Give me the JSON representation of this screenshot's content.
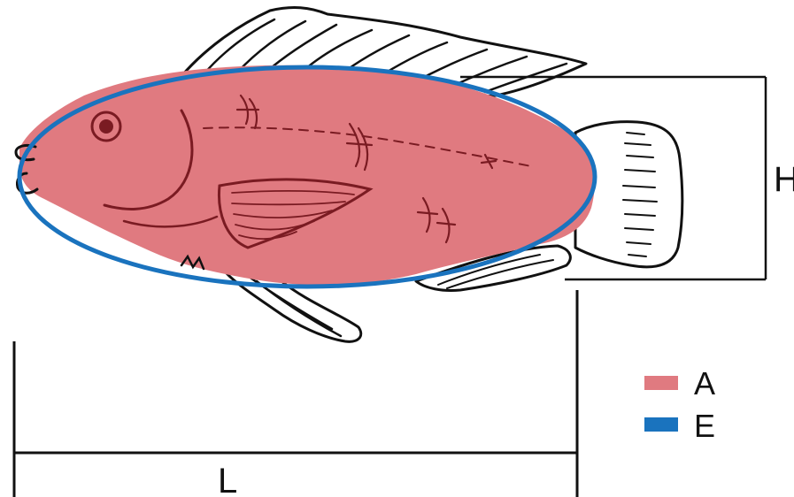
{
  "figure": {
    "labels": {
      "height": "H",
      "length": "L"
    },
    "legend": [
      {
        "key": "A",
        "color": "#e07a80"
      },
      {
        "key": "E",
        "color": "#1a73be"
      }
    ],
    "colors": {
      "outline": "#111111",
      "area_fill": "#e07a80",
      "ellipse_stroke": "#1a73be",
      "background": "#ffffff"
    },
    "icons": [
      "fish-drawing"
    ]
  }
}
